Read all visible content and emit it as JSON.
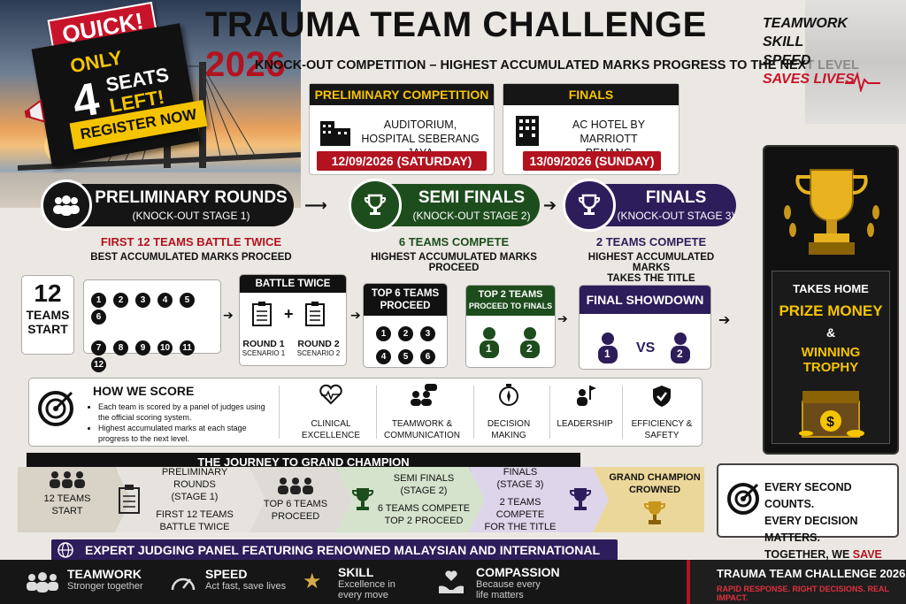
{
  "promo": {
    "quick": "QUICK!",
    "only": "ONLY",
    "number": "4",
    "seats": "SEATS",
    "left": "LEFT!",
    "register": "REGISTER NOW"
  },
  "header": {
    "title_main": "TRAUMA TEAM CHALLENGE",
    "title_year": "2026",
    "subtitle": "KNOCK-OUT COMPETITION – HIGHEST ACCUMULATED MARKS PROGRESS TO THE NEXT LEVEL"
  },
  "tagline": [
    "TEAMWORK",
    "SKILL",
    "SPEED",
    "SAVES LIVES"
  ],
  "venues": [
    {
      "head": "PRELIMINARY COMPETITION",
      "line1": "AUDITORIUM,",
      "line2": "HOSPITAL SEBERANG JAYA",
      "date": "12/09/2026 (SATURDAY)"
    },
    {
      "head": "FINALS",
      "line1": "AC HOTEL BY MARRIOTT",
      "line2": "PENANG",
      "date": "13/09/2026 (SUNDAY)"
    }
  ],
  "stages": [
    {
      "title": "PRELIMINARY ROUNDS",
      "sub": "(KNOCK-OUT STAGE 1)",
      "red": "FIRST 12 TEAMS BATTLE TWICE",
      "desc": "BEST ACCUMULATED MARKS PROCEED"
    },
    {
      "title": "SEMI FINALS",
      "sub": "(KNOCK-OUT STAGE 2)",
      "red": "6 TEAMS COMPETE",
      "desc": "HIGHEST ACCUMULATED MARKS PROCEED"
    },
    {
      "title": "FINALS",
      "sub": "(KNOCK-OUT STAGE 3)",
      "red": "2 TEAMS COMPETE",
      "desc": "HIGHEST ACCUMULATED MARKS",
      "desc2": "TAKES THE TITLE"
    }
  ],
  "flow": {
    "teams_count": "12",
    "teams_label": "TEAMS",
    "start_label": "START",
    "numbers": [
      "1",
      "2",
      "3",
      "4",
      "5",
      "6",
      "7",
      "8",
      "9",
      "10",
      "11",
      "12"
    ],
    "battle_twice": "BATTLE TWICE",
    "round1": "ROUND 1",
    "scenario1": "SCENARIO 1",
    "round2": "ROUND 2",
    "scenario2": "SCENARIO 2",
    "plus": "+",
    "top6": "TOP 6 TEAMS",
    "proceed": "PROCEED",
    "six": [
      "1",
      "2",
      "3",
      "4",
      "5",
      "6"
    ],
    "top2": "TOP 2 TEAMS",
    "proceed_finals": "PROCEED TO FINALS",
    "two": [
      "1",
      "2"
    ],
    "showdown": "FINAL SHOWDOWN",
    "vs": "VS"
  },
  "prize": {
    "takes": "TAKES HOME",
    "money": "PRIZE MONEY",
    "amp": "&",
    "trophy": "WINNING TROPHY"
  },
  "scoring": {
    "title": "HOW WE SCORE",
    "bullets": [
      "Each team is scored by a panel of judges using the official scoring system.",
      "Highest accumulated marks at each stage progress to the next level."
    ],
    "criteria": [
      {
        "icon": "heart-pulse-icon",
        "label1": "CLINICAL",
        "label2": "EXCELLENCE"
      },
      {
        "icon": "team-chat-icon",
        "label1": "TEAMWORK &",
        "label2": "COMMUNICATION"
      },
      {
        "icon": "compass-icon",
        "label1": "DECISION",
        "label2": "MAKING"
      },
      {
        "icon": "leader-flag-icon",
        "label1": "LEADERSHIP",
        "label2": ""
      },
      {
        "icon": "shield-check-icon",
        "label1": "EFFICIENCY &",
        "label2": "SAFETY"
      }
    ]
  },
  "journey": {
    "title": "THE JOURNEY TO GRAND CHAMPION",
    "steps": [
      {
        "l1": "12 TEAMS",
        "l2": "START",
        "l3": "",
        "l4": ""
      },
      {
        "l1": "PRELIMINARY ROUNDS",
        "l2": "(STAGE 1)",
        "l3": "FIRST 12 TEAMS",
        "l4": "BATTLE TWICE"
      },
      {
        "l1": "TOP 6 TEAMS",
        "l2": "PROCEED",
        "l3": "",
        "l4": ""
      },
      {
        "l1": "SEMI FINALS",
        "l2": "(STAGE 2)",
        "l3": "6 TEAMS COMPETE",
        "l4": "TOP 2 PROCEED"
      },
      {
        "l1": "FINALS",
        "l2": "(STAGE 3)",
        "l3": "2 TEAMS COMPETE",
        "l4": "FOR THE TITLE"
      },
      {
        "l1": "GRAND CHAMPION",
        "l2": "CROWNED",
        "l3": "",
        "l4": ""
      }
    ]
  },
  "motto": {
    "l1": "EVERY SECOND COUNTS.",
    "l2": "EVERY DECISION MATTERS.",
    "l3a": "TOGETHER, WE ",
    "l3b": "SAVE LIVES."
  },
  "panel": "EXPERT JUDGING PANEL FEATURING RENOWNED MALAYSIAN AND INTERNATIONAL FACULTY",
  "footer": {
    "items": [
      {
        "h": "TEAMWORK",
        "d1": "Stronger together",
        "d2": ""
      },
      {
        "h": "SPEED",
        "d1": "Act fast, save lives",
        "d2": ""
      },
      {
        "h": "SKILL",
        "d1": "Excellence in",
        "d2": "every move"
      },
      {
        "h": "COMPASSION",
        "d1": "Because every",
        "d2": "life matters"
      }
    ],
    "brand": "TRAUMA TEAM CHALLENGE 2026",
    "brand_sub": "RAPID RESPONSE. RIGHT DECISIONS. REAL IMPACT."
  },
  "colors": {
    "red": "#b3121f",
    "gold": "#f5c400",
    "green": "#1d4d1d",
    "purple": "#2d1d5b"
  }
}
